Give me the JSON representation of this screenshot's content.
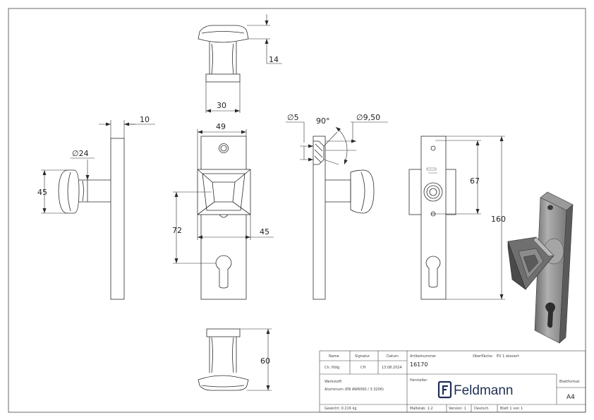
{
  "dimensions": {
    "knob_top_height": "14",
    "knob_top_width": "30",
    "plate_thickness": "10",
    "knob_diameter": "∅24",
    "knob_side_height": "45",
    "plate_width": "49",
    "rosette_offset": "72",
    "rosette_width": "45",
    "hole_diameter": "∅5",
    "countersink_angle": "90°",
    "countersink_diameter": "∅9,50",
    "hole_spacing": "67",
    "plate_length": "160",
    "knob_bottom_height": "60"
  },
  "title_block": {
    "name_label": "Name",
    "signature_label": "Signatur",
    "date_label": "Datum",
    "name_value": "Ch. Hölg",
    "signature_value": "CH",
    "date_value": "13.08.2024",
    "article_label": "Artikelnummer",
    "article_value": "16170",
    "surface_label": "Oberfläche:",
    "surface_value": "EV 1 eloxiert",
    "material_label": "Werkstoff:",
    "material_value": "Aluminium (EN AW6060 / 3.3206)",
    "manufacturer_label": "Hersteller",
    "brand_name": "Feldmann",
    "sheet_format_label": "Blattformat",
    "sheet_format_value": "A4",
    "weight_text": "Gewicht: 0.216 kg",
    "scale_text": "Maßstab: 1:2",
    "version_text": "Version: 1",
    "language_text": "Deutsch",
    "sheet_text": "Blatt 1 von 1"
  },
  "colors": {
    "line": "#2a2a2a",
    "brand": "#1f2f55",
    "metal_dark": "#5e5e5e",
    "metal_mid": "#8d8d8d",
    "metal_light": "#c4c4c4"
  }
}
